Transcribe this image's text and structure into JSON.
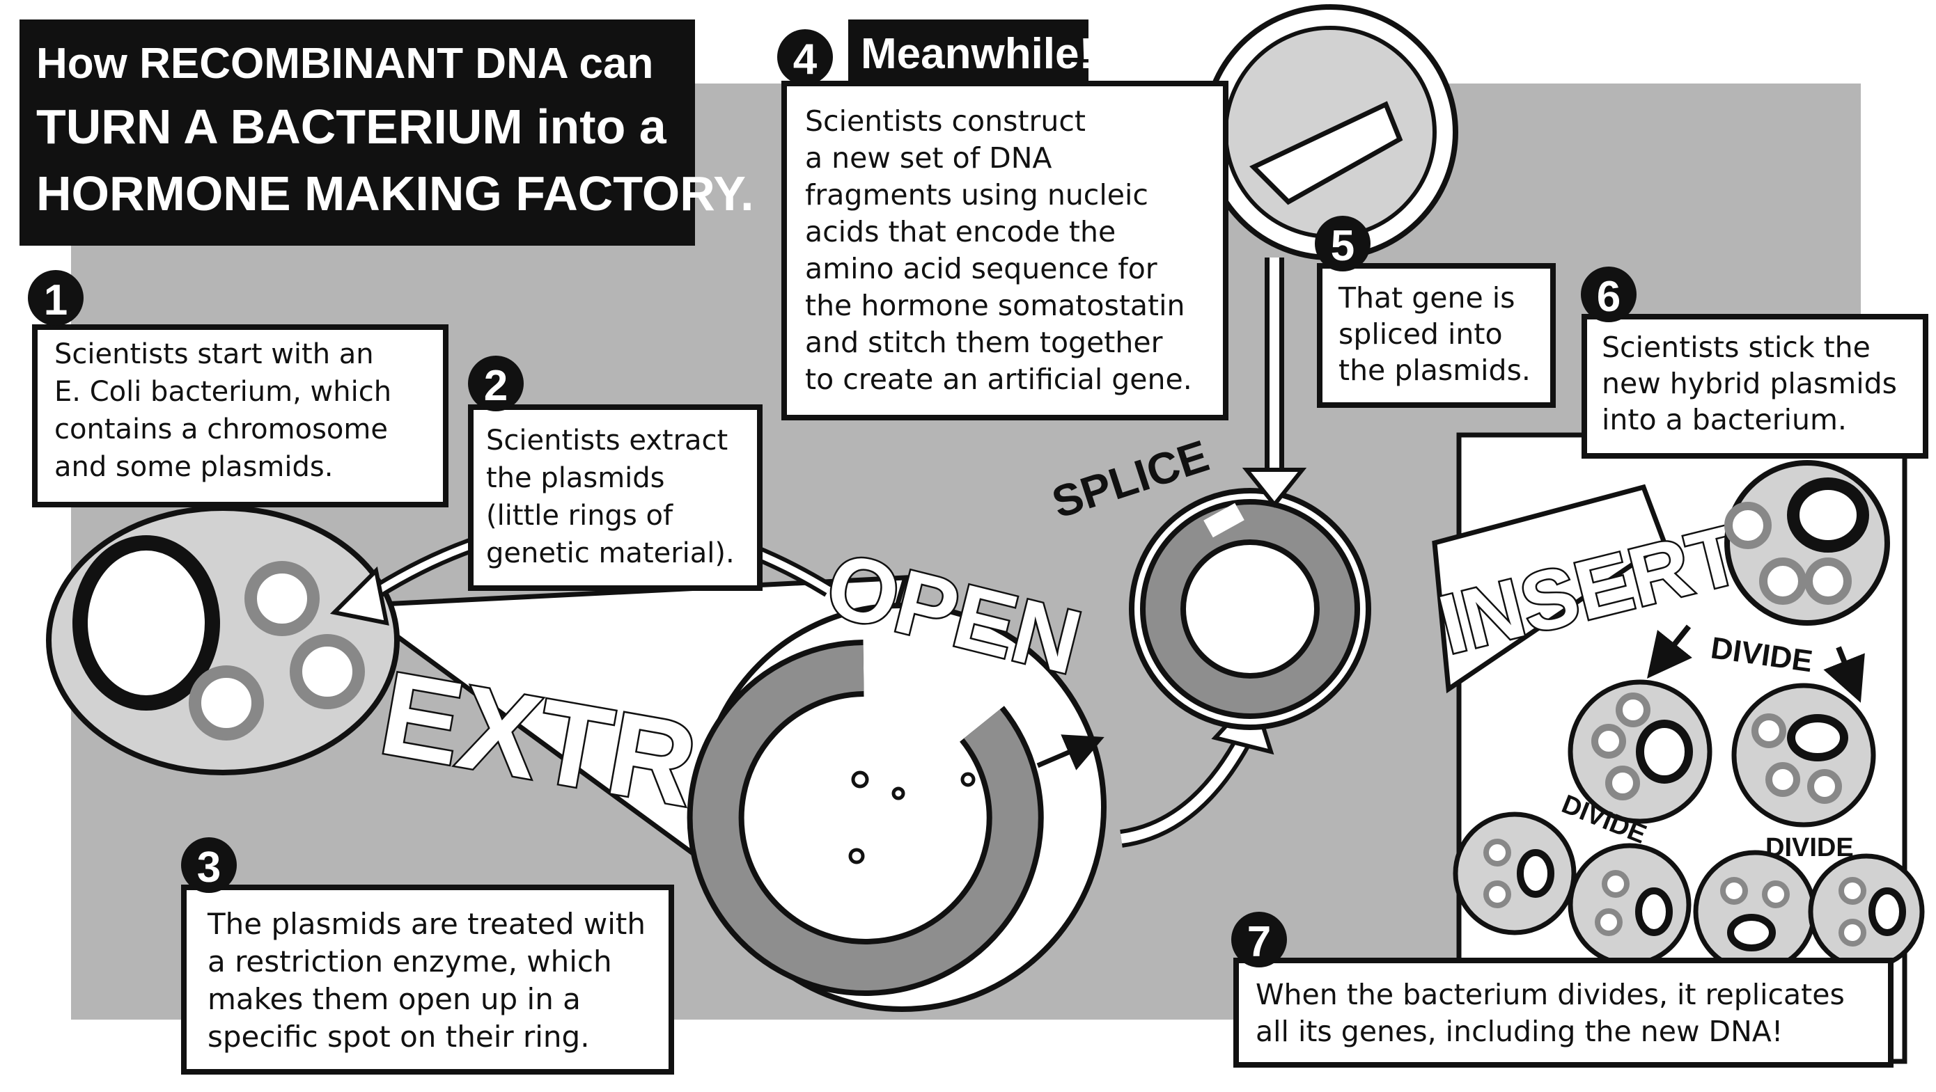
{
  "title": {
    "line1": "How RECOMBINANT DNA can",
    "line2": "TURN A BACTERIUM into a",
    "line3": "HORMONE MAKING FACTORY."
  },
  "steps": {
    "s1": {
      "num": "1",
      "lines": [
        "Scientists start with an",
        "E. Coli bacterium, which",
        "contains a chromosome",
        "and some plasmids."
      ]
    },
    "s2": {
      "num": "2",
      "lines": [
        "Scientists extract",
        "the plasmids",
        "(little rings of",
        "genetic material)."
      ]
    },
    "s3": {
      "num": "3",
      "lines": [
        "The plasmids are treated with",
        "a restriction enzyme, which",
        "makes them open up in a",
        "specific spot on their ring."
      ]
    },
    "s4": {
      "num": "4",
      "heading": "Meanwhile!",
      "lines": [
        "Scientists construct",
        "a new set of DNA",
        "fragments using nucleic",
        "acids that encode the",
        "amino acid sequence for",
        "the hormone somatostatin",
        "and stitch them together",
        "to create an artificial gene."
      ]
    },
    "s5": {
      "num": "5",
      "lines": [
        "That gene is",
        "spliced into",
        "the plasmids."
      ]
    },
    "s6": {
      "num": "6",
      "lines": [
        "Scientists stick the",
        "new hybrid plasmids",
        "into a bacterium."
      ]
    },
    "s7": {
      "num": "7",
      "lines": [
        "When the bacterium divides, it replicates",
        "all its genes, including the new DNA!"
      ]
    }
  },
  "labels": {
    "extract": "EXTRACT",
    "open": "OPEN",
    "splice": "SPLICE",
    "insert": "INSERT",
    "divide1": "DIVIDE",
    "divide2": "DIVIDE",
    "divide3": "DIVIDE"
  },
  "colors": {
    "background_panel": "#b5b5b5",
    "ink": "#111111",
    "plasmid_ring": "#8e8e8e",
    "cell_fill": "#d2d2d2"
  }
}
